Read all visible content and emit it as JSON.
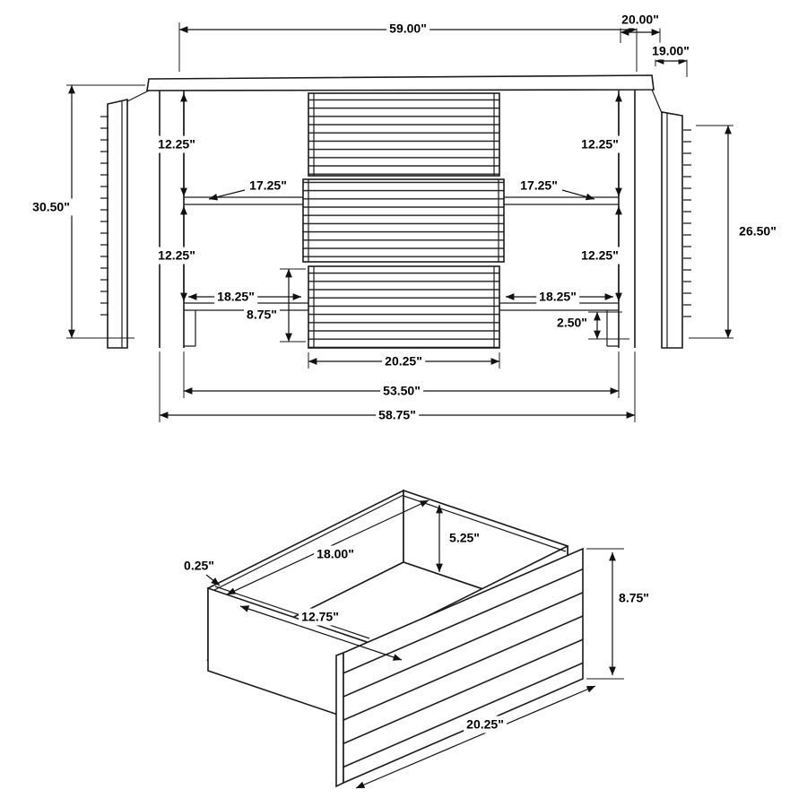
{
  "front_view": {
    "name": "sideboard-front-elevation",
    "dims": {
      "top_width": "59.00\"",
      "top_depth": "20.00\"",
      "case_depth": "19.00\"",
      "upper_left_opening": "12.25\"",
      "upper_right_opening": "12.25\"",
      "shelf_left_depth": "17.25\"",
      "shelf_right_depth": "17.25\"",
      "overall_height": "30.50\"",
      "case_height": "26.50\"",
      "lower_left_opening": "12.25\"",
      "lower_right_opening": "12.25\"",
      "left_opening_width": "18.25\"",
      "right_opening_width": "18.25\"",
      "drawer_front_height": "8.75\"",
      "base_height": "2.50\"",
      "drawer_width": "20.25\"",
      "interior_width": "53.50\"",
      "case_width": "58.75\""
    }
  },
  "drawer_view": {
    "name": "drawer-isometric-detail",
    "dims": {
      "inner_depth": "5.25\"",
      "inner_length": "18.00\"",
      "panel_thickness": "0.25\"",
      "inner_width": "12.75\"",
      "front_height": "8.75\"",
      "front_width": "20.25\""
    }
  }
}
